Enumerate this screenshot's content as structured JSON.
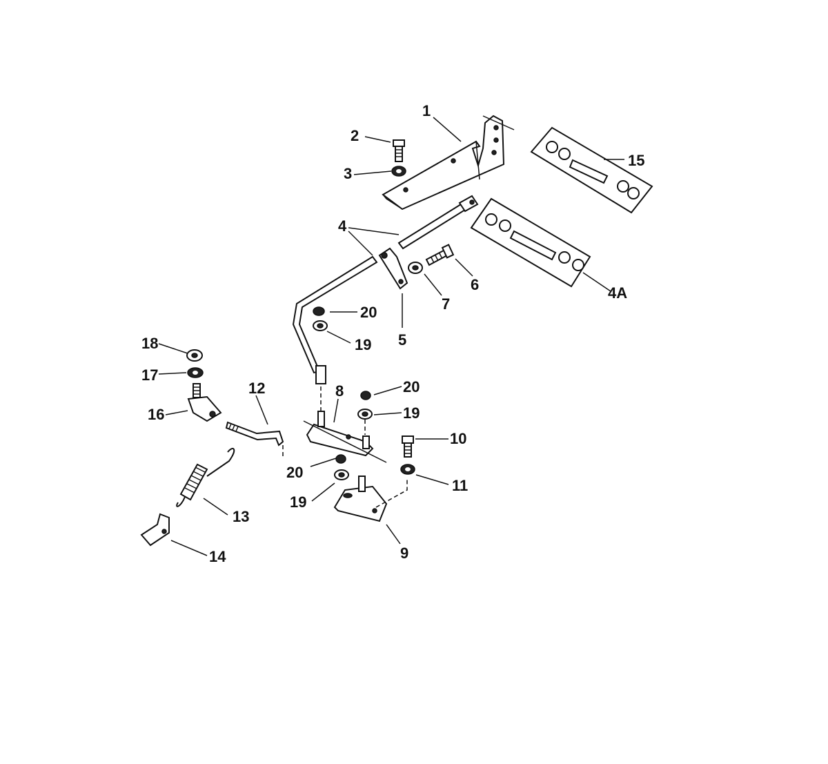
{
  "callouts": [
    "1",
    "2",
    "3",
    "4",
    "4A",
    "5",
    "6",
    "7",
    "8",
    "9",
    "10",
    "11",
    "12",
    "13",
    "14",
    "15",
    "16",
    "17",
    "18",
    "19",
    "19",
    "19",
    "20",
    "20",
    "20"
  ],
  "labels": {
    "l1": "1",
    "l2": "2",
    "l3": "3",
    "l4": "4",
    "l4a": "4A",
    "l5": "5",
    "l6": "6",
    "l7": "7",
    "l8": "8",
    "l9": "9",
    "l10": "10",
    "l11": "11",
    "l12": "12",
    "l13": "13",
    "l14": "14",
    "l15": "15",
    "l16": "16",
    "l17": "17",
    "l18": "18",
    "l19a": "19",
    "l19b": "19",
    "l19c": "19",
    "l20a": "20",
    "l20b": "20",
    "l20c": "20"
  },
  "colors": {
    "ink": "#111111",
    "paper": "#ffffff"
  }
}
